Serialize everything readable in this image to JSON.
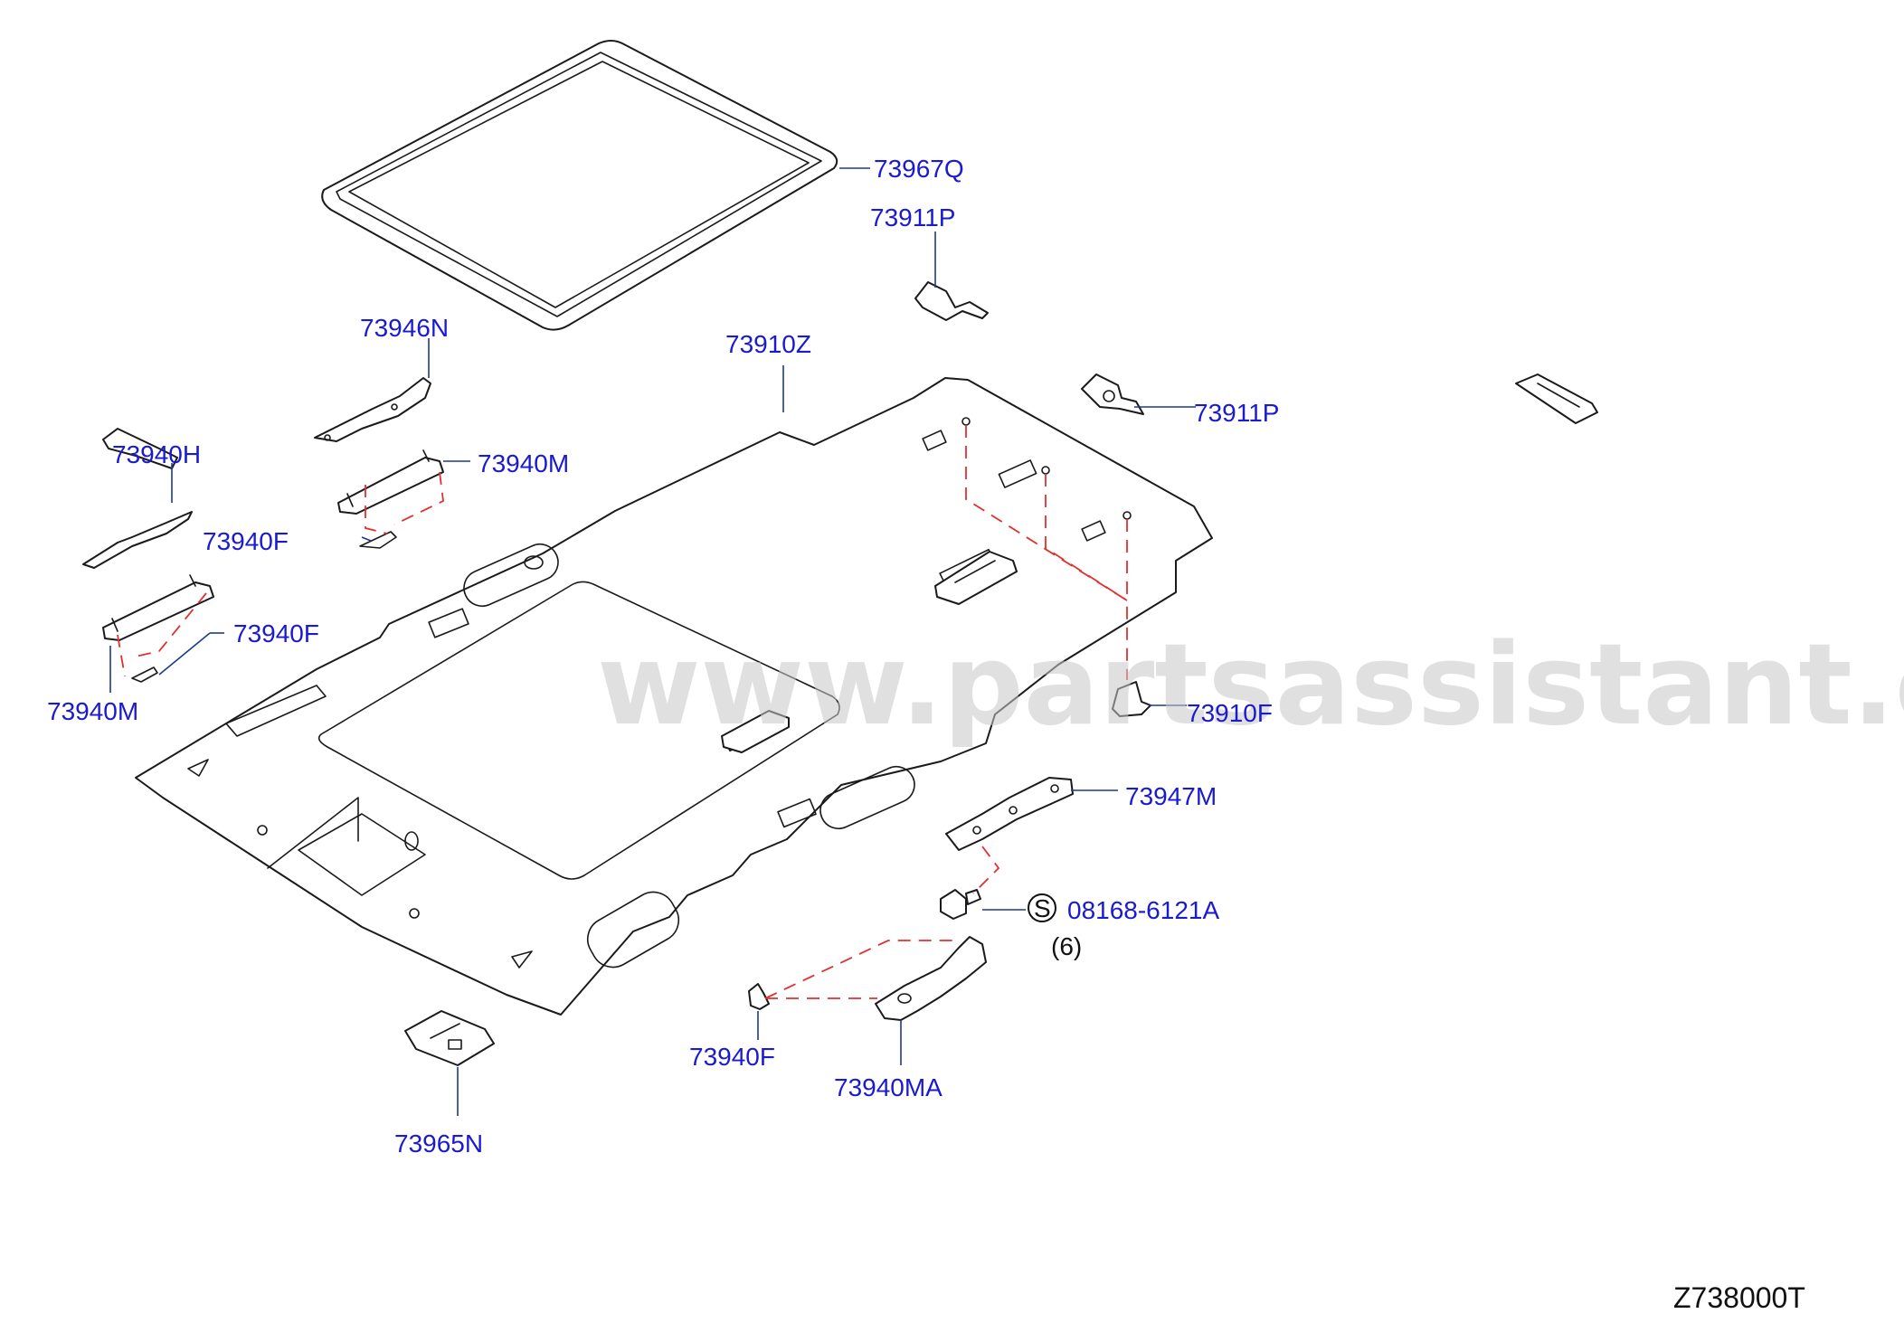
{
  "labels": {
    "sunroof_trim": "73967Q",
    "bracket_upper": "73911P",
    "headlining": "73910Z",
    "bracket_right": "73911P",
    "bracket_left": "73946N",
    "grip_left_upper": "73940M",
    "holder_h": "73940H",
    "clip_f_upper": "73940F",
    "clip_f_lower": "73940F",
    "grip_left_lower": "73940M",
    "clip_headlining": "73910F",
    "bracket_rear": "73947M",
    "screw": "08168-6121A",
    "screw_qty": "(6)",
    "screw_symbol": "S",
    "clip_rear": "73940F",
    "grip_rear": "73940MA",
    "lamp": "73965N"
  },
  "watermark": "www.partsassistant.com",
  "diagram_code": "Z738000T",
  "colors": {
    "label": "#1a1ad0",
    "leader": "#1d3a8a",
    "dashed_link": "#e03030",
    "outline": "#1a1a1a"
  }
}
